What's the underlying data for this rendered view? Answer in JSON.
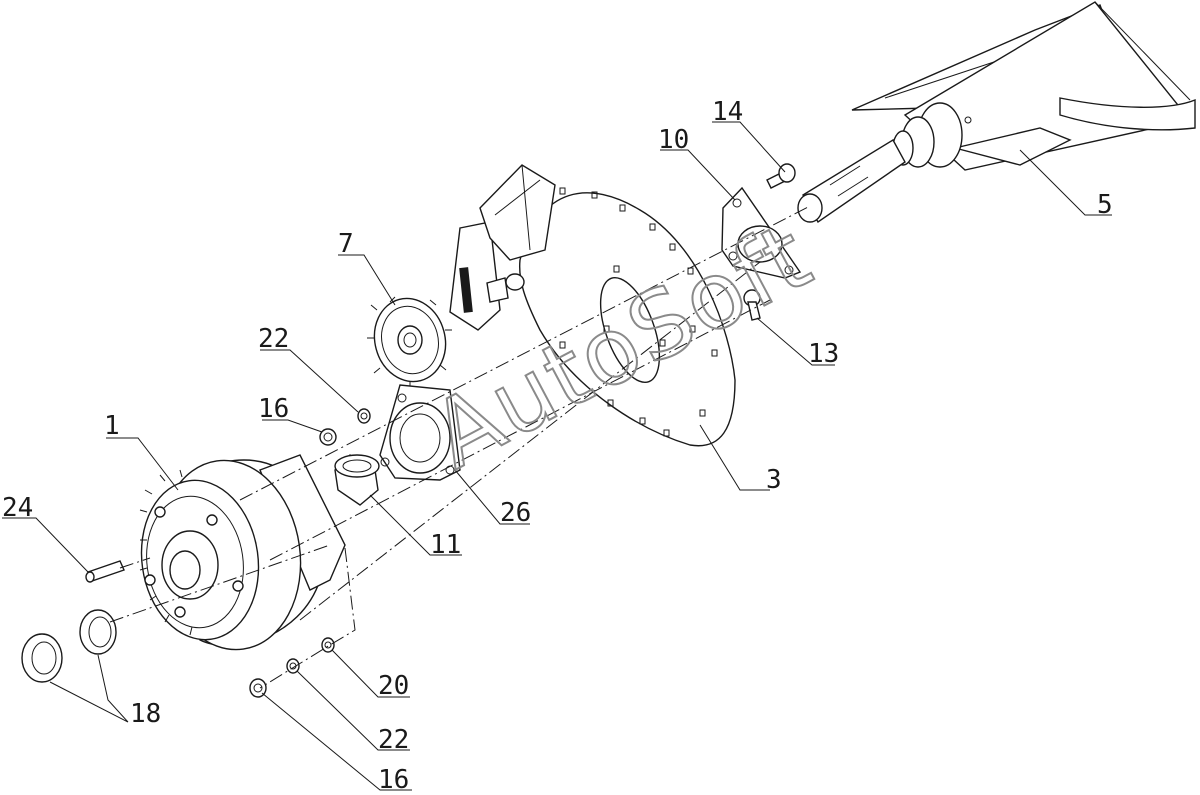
{
  "watermark": "AutoSoft",
  "callouts": [
    {
      "id": "c1",
      "label": "1"
    },
    {
      "id": "c3",
      "label": "3"
    },
    {
      "id": "c5",
      "label": "5"
    },
    {
      "id": "c7",
      "label": "7"
    },
    {
      "id": "c10",
      "label": "10"
    },
    {
      "id": "c11",
      "label": "11"
    },
    {
      "id": "c13",
      "label": "13"
    },
    {
      "id": "c14",
      "label": "14"
    },
    {
      "id": "c16a",
      "label": "16"
    },
    {
      "id": "c16b",
      "label": "16"
    },
    {
      "id": "c18",
      "label": "18"
    },
    {
      "id": "c20",
      "label": "20"
    },
    {
      "id": "c22a",
      "label": "22"
    },
    {
      "id": "c22b",
      "label": "22"
    },
    {
      "id": "c24",
      "label": "24"
    },
    {
      "id": "c26",
      "label": "26"
    }
  ]
}
